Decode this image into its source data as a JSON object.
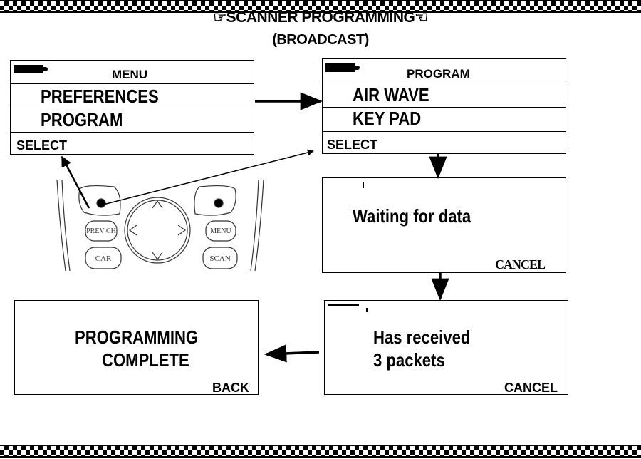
{
  "title": {
    "line1": "SCANNER PROGRAMMING",
    "line2": "(BROADCAST)",
    "bullet_icon": "pointing-hand-icon"
  },
  "menu_screen": {
    "header": "MENU",
    "items": [
      "PREFERENCES",
      "PROGRAM"
    ],
    "softkey": "SELECT"
  },
  "program_screen": {
    "header": "PROGRAM",
    "items": [
      "AIR WAVE",
      "KEY PAD"
    ],
    "softkey": "SELECT"
  },
  "waiting_screen": {
    "message": "Waiting for data",
    "softkey": "CANCEL"
  },
  "received_screen": {
    "line1": "Has received",
    "line2": "3 packets",
    "softkey": "CANCEL"
  },
  "complete_screen": {
    "line1": "PROGRAMMING",
    "line2": "COMPLETE",
    "softkey": "BACK"
  },
  "keypad": {
    "keys": [
      "PREV CH",
      "MENU",
      "CAR",
      "SCAN"
    ]
  }
}
